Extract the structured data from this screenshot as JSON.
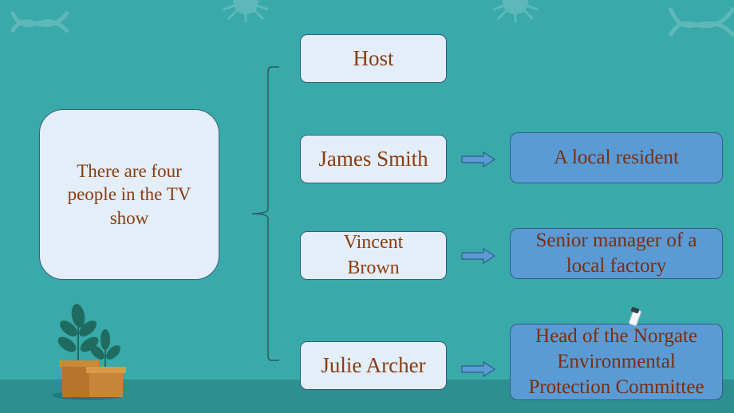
{
  "center": {
    "text": "There are four people in the TV show"
  },
  "people": [
    {
      "name": "Host"
    },
    {
      "name": "James Smith",
      "role": "A local resident"
    },
    {
      "name": "Vincent Brown",
      "role": "Senior manager of a local factory"
    },
    {
      "name": "Julie Archer",
      "role": "Head of the Norgate Environmental Protection Committee"
    }
  ],
  "colors": {
    "background": "#3aa9aa",
    "floor": "#2d8f8f",
    "name_box_fill": "#e3eef8",
    "role_box_fill": "#5b9bd5",
    "text": "#8a3c10"
  },
  "icons": [
    "dna-icon",
    "virus-icon",
    "arrow-right-icon",
    "brace-icon",
    "potted-plant-icon",
    "pen-icon"
  ]
}
